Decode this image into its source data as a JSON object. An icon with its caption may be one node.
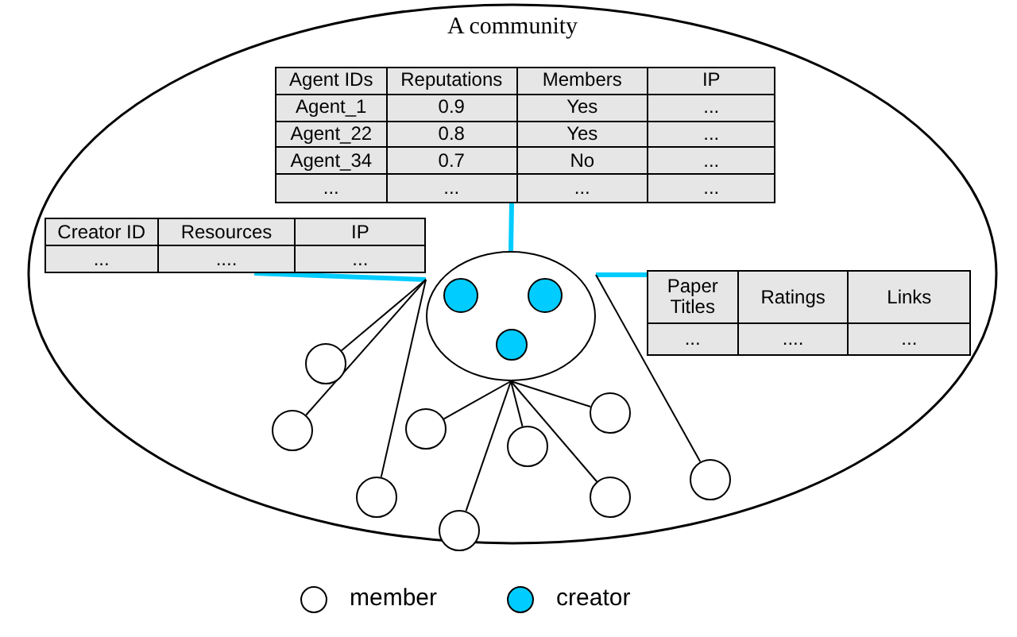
{
  "diagram": {
    "nodes": [
      {
        "text": [
          "A community"
        ]
      },
      {
        "text": [
          "Agent IDs",
          "Reputations",
          "Members",
          "IP",
          "Agent_1",
          "0.9",
          "Yes",
          "...",
          "Agent_22",
          "0.8",
          "Yes",
          "...",
          "Agent_34",
          "0.7",
          "No",
          "...",
          "...",
          "...",
          "...",
          "..."
        ],
        "in": 0
      },
      {
        "text": [
          "Creator ID",
          "Resources",
          "IP",
          "...",
          "....",
          "..."
        ],
        "in": 0
      },
      {
        "text": [],
        "shape": "ellipse",
        "in": 0
      },
      {
        "text": [],
        "shape": "circle",
        "in": 3
      },
      {
        "text": [],
        "shape": "circle",
        "in": 3
      },
      {
        "text": [],
        "shape": "circle",
        "in": 3
      },
      {
        "text": [
          "Paper Titles",
          "Ratings",
          "Links",
          "...",
          "....",
          "..."
        ],
        "in": 0
      },
      {
        "text": [],
        "shape": "circle",
        "in": 0
      },
      {
        "text": [],
        "shape": "circle",
        "in": 0
      },
      {
        "text": [],
        "shape": "circle",
        "in": 0
      },
      {
        "text": [],
        "shape": "circle",
        "in": 0
      },
      {
        "text": [],
        "shape": "circle",
        "in": 0
      },
      {
        "text": [],
        "shape": "circle",
        "in": 0
      },
      {
        "text": [],
        "shape": "circle",
        "in": 0
      },
      {
        "text": [],
        "shape": "circle",
        "in": 0
      },
      {
        "text": [],
        "shape": "circle",
        "in": 0
      }
    ],
    "edges": [
      {
        "from": 1,
        "to": 3,
        "arrow": "none",
        "style": "thick",
        "color": "#00ccff"
      },
      {
        "from": 2,
        "to": 3,
        "arrow": "none",
        "style": "thick",
        "color": "#00ccff"
      },
      {
        "from": 3,
        "to": 7,
        "arrow": "none",
        "style": "thick",
        "color": "#00ccff"
      },
      {
        "from": 3,
        "to": 8,
        "arrow": "none"
      },
      {
        "from": 3,
        "to": 9,
        "arrow": "none"
      },
      {
        "from": 3,
        "to": 10,
        "arrow": "none"
      },
      {
        "from": 3,
        "to": 11,
        "arrow": "none"
      },
      {
        "from": 3,
        "to": 12,
        "arrow": "none"
      },
      {
        "from": 3,
        "to": 13,
        "arrow": "none"
      },
      {
        "from": 3,
        "to": 14,
        "arrow": "none"
      },
      {
        "from": 3,
        "to": 15,
        "arrow": "none"
      },
      {
        "from": 3,
        "to": 16,
        "arrow": "none"
      }
    ],
    "legend": [
      {
        "text": "member",
        "color": "#ffffff"
      },
      {
        "text": "creator",
        "color": "#00ccff"
      }
    ]
  }
}
